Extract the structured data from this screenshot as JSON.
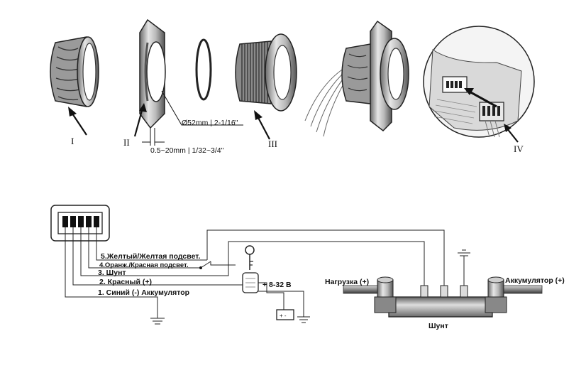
{
  "assembly": {
    "part_labels": [
      "I",
      "II",
      "III",
      "IV"
    ],
    "dimension_diameter": "Ø52mm | 2-1/16\"",
    "dimension_thickness": "0.5~20mm | 1/32~3/4\""
  },
  "wiring": {
    "wire_labels": [
      "5.Желтый/Желтая подсвет.",
      "4.Оранж./Красная подсвет.",
      "3. Шунт",
      "2. Красный (+)",
      "1. Синий (-) Аккумулятор"
    ],
    "supply_voltage": "+ 8-32 В",
    "load_label": "Нагрузка (+)",
    "battery_label": "Аккумулятор (+)",
    "shunt_label": "Шунт",
    "battery_symbol": "+ -"
  }
}
